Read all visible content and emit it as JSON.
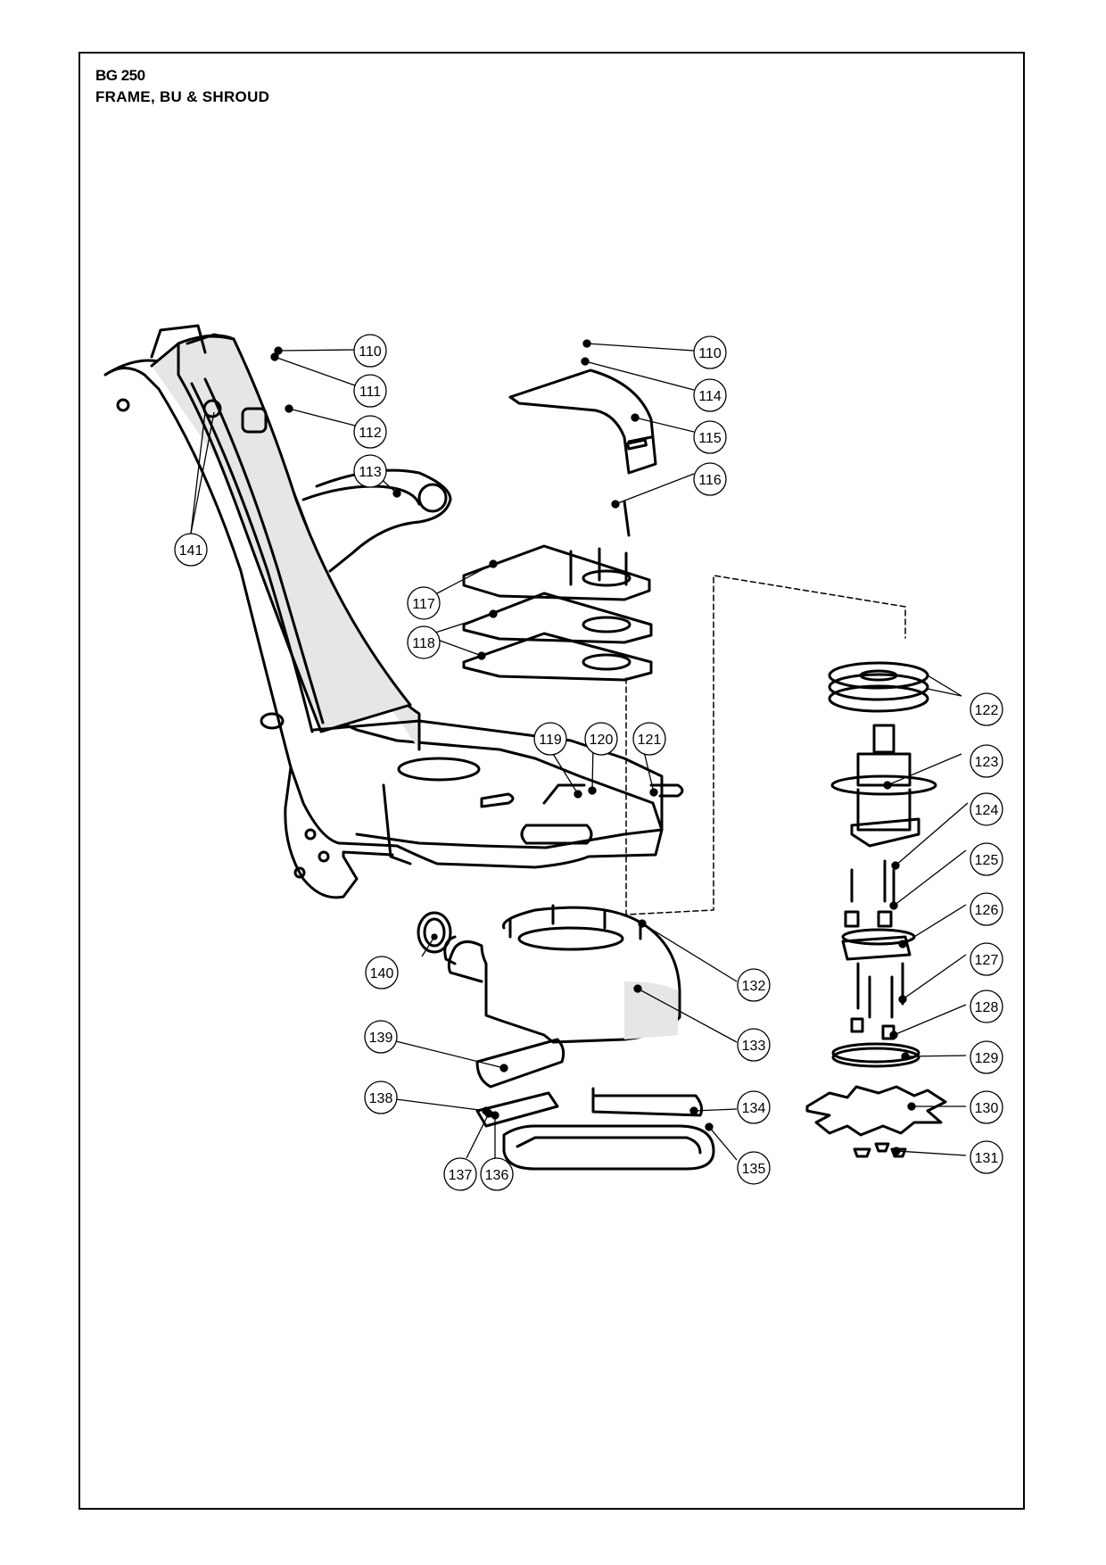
{
  "header": {
    "model": "BG 250",
    "title": "FRAME, BU & SHROUD"
  },
  "colors": {
    "line": "#000000",
    "shade": "#e6e6e6",
    "background": "#ffffff"
  },
  "callouts": [
    {
      "id": "c110a",
      "label": "110"
    },
    {
      "id": "c111",
      "label": "111"
    },
    {
      "id": "c112",
      "label": "112"
    },
    {
      "id": "c113",
      "label": "113"
    },
    {
      "id": "c141",
      "label": "141"
    },
    {
      "id": "c110b",
      "label": "110"
    },
    {
      "id": "c114",
      "label": "114"
    },
    {
      "id": "c115",
      "label": "115"
    },
    {
      "id": "c116",
      "label": "116"
    },
    {
      "id": "c117",
      "label": "117"
    },
    {
      "id": "c118",
      "label": "118"
    },
    {
      "id": "c119",
      "label": "119"
    },
    {
      "id": "c120",
      "label": "120"
    },
    {
      "id": "c121",
      "label": "121"
    },
    {
      "id": "c122",
      "label": "122"
    },
    {
      "id": "c123",
      "label": "123"
    },
    {
      "id": "c124",
      "label": "124"
    },
    {
      "id": "c125",
      "label": "125"
    },
    {
      "id": "c126",
      "label": "126"
    },
    {
      "id": "c127",
      "label": "127"
    },
    {
      "id": "c128",
      "label": "128"
    },
    {
      "id": "c129",
      "label": "129"
    },
    {
      "id": "c130",
      "label": "130"
    },
    {
      "id": "c131",
      "label": "131"
    },
    {
      "id": "c132",
      "label": "132"
    },
    {
      "id": "c133",
      "label": "133"
    },
    {
      "id": "c134",
      "label": "134"
    },
    {
      "id": "c135",
      "label": "135"
    },
    {
      "id": "c136",
      "label": "136"
    },
    {
      "id": "c137",
      "label": "137"
    },
    {
      "id": "c138",
      "label": "138"
    },
    {
      "id": "c139",
      "label": "139"
    },
    {
      "id": "c140",
      "label": "140"
    }
  ]
}
